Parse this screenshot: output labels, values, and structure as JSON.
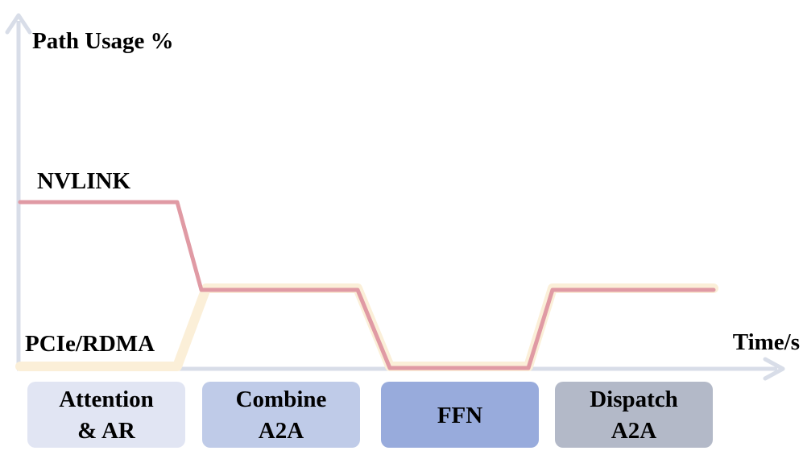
{
  "labels": {
    "y_axis": "Path Usage %",
    "x_axis": "Time/s",
    "series_a": "NVLINK",
    "series_b": "PCIe/RDMA"
  },
  "phases": [
    {
      "line1": "Attention",
      "line2": "& AR",
      "color": "#e1e5f3"
    },
    {
      "line1": "Combine",
      "line2": "A2A",
      "color": "#bfcbe8"
    },
    {
      "line1": "FFN",
      "line2": "",
      "color": "#98abdc"
    },
    {
      "line1": "Dispatch",
      "line2": "A2A",
      "color": "#b3b9c8"
    }
  ],
  "colors": {
    "axis": "#d8dde8",
    "nvlink": "#e09aa4",
    "pcie": "#fbefd8"
  }
}
